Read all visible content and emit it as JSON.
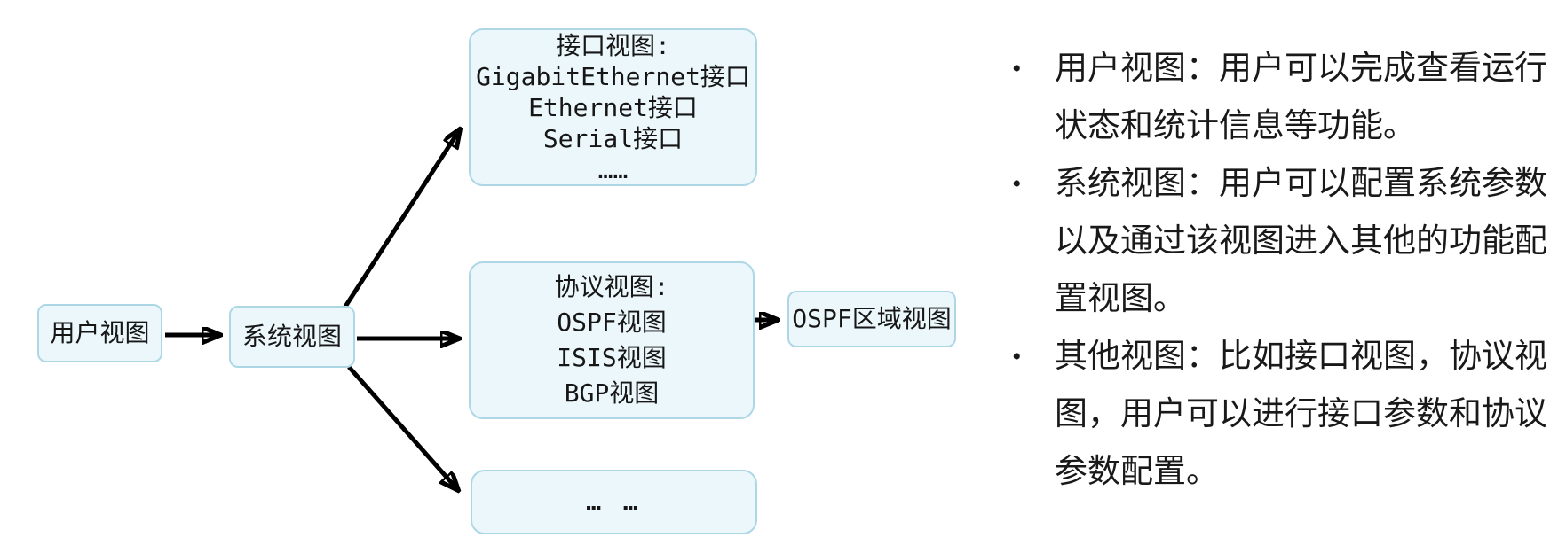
{
  "diagram": {
    "nodes": {
      "user_view": {
        "label": "用户视图"
      },
      "system_view": {
        "label": "系统视图"
      },
      "interface_view": {
        "title": "接口视图:",
        "lines": [
          "GigabitEthernet接口",
          "Ethernet接口",
          "Serial接口",
          "……"
        ]
      },
      "protocol_view": {
        "title": "协议视图:",
        "lines": [
          "OSPF视图",
          "ISIS视图",
          "BGP视图"
        ]
      },
      "ospf_area_view": {
        "label": "OSPF区域视图"
      },
      "other_view": {
        "label": "…  …"
      }
    },
    "colors": {
      "node_fill": "#ecf7fb",
      "node_border": "#aed7e6",
      "arrow": "#000000"
    }
  },
  "notes": {
    "bullet_char": "•",
    "bullets": [
      {
        "lines": [
          "用户视图：用户可以完成查看运行",
          "状态和统计信息等功能。"
        ]
      },
      {
        "lines": [
          "系统视图：用户可以配置系统参数",
          "以及通过该视图进入其他的功能配",
          "置视图。"
        ]
      },
      {
        "lines": [
          "其他视图：比如接口视图，协议视",
          "图，用户可以进行接口参数和协议",
          "参数配置。"
        ]
      }
    ]
  }
}
